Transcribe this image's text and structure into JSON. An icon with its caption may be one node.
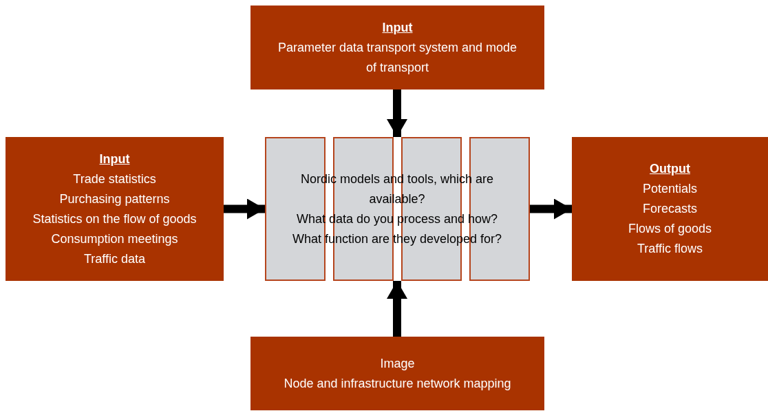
{
  "diagram": {
    "nodes": [
      {
        "text": [
          "Input",
          "Parameter data transport system and mode of transport"
        ]
      },
      {
        "text": [
          "Input",
          "Trade statistics",
          "Purchasing patterns",
          "Statistics on the flow of goods",
          "Consumption meetings",
          "Traffic data"
        ]
      },
      {
        "text": [
          "Nordic models and tools, which are available?",
          "What data do you process and how?",
          "What function are they developed for?"
        ]
      },
      {
        "text": [],
        "shape": "box",
        "in": 2
      },
      {
        "text": [],
        "shape": "box",
        "in": 2
      },
      {
        "text": [],
        "shape": "box",
        "in": 2
      },
      {
        "text": [],
        "shape": "box",
        "in": 2
      },
      {
        "text": [
          "Output",
          "Potentials",
          "Forecasts",
          "Flows of goods",
          "Traffic flows"
        ]
      },
      {
        "text": [
          "Image",
          "Node and infrastructure network mapping"
        ]
      }
    ],
    "edges": [
      {
        "from": 0,
        "to": 2,
        "arrow": "to"
      },
      {
        "from": 1,
        "to": 2,
        "arrow": "to"
      },
      {
        "from": 2,
        "to": 7,
        "arrow": "to"
      },
      {
        "from": 8,
        "to": 2,
        "arrow": "to"
      }
    ]
  }
}
